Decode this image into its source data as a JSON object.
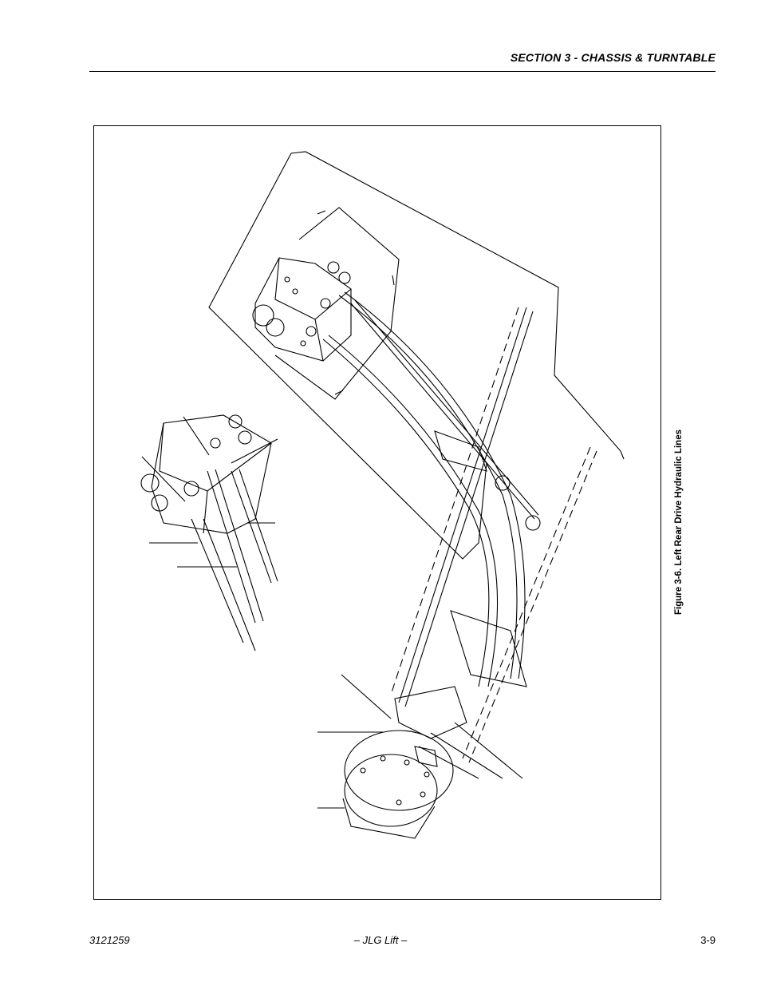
{
  "header": {
    "section_title": "SECTION 3 - CHASSIS & TURNTABLE"
  },
  "figure": {
    "caption": "Figure 3-6.  Left Rear Drive Hydraulic Lines"
  },
  "footer": {
    "doc_number": "3121259",
    "center_text": "– JLG Lift –",
    "page_number": "3-9"
  }
}
